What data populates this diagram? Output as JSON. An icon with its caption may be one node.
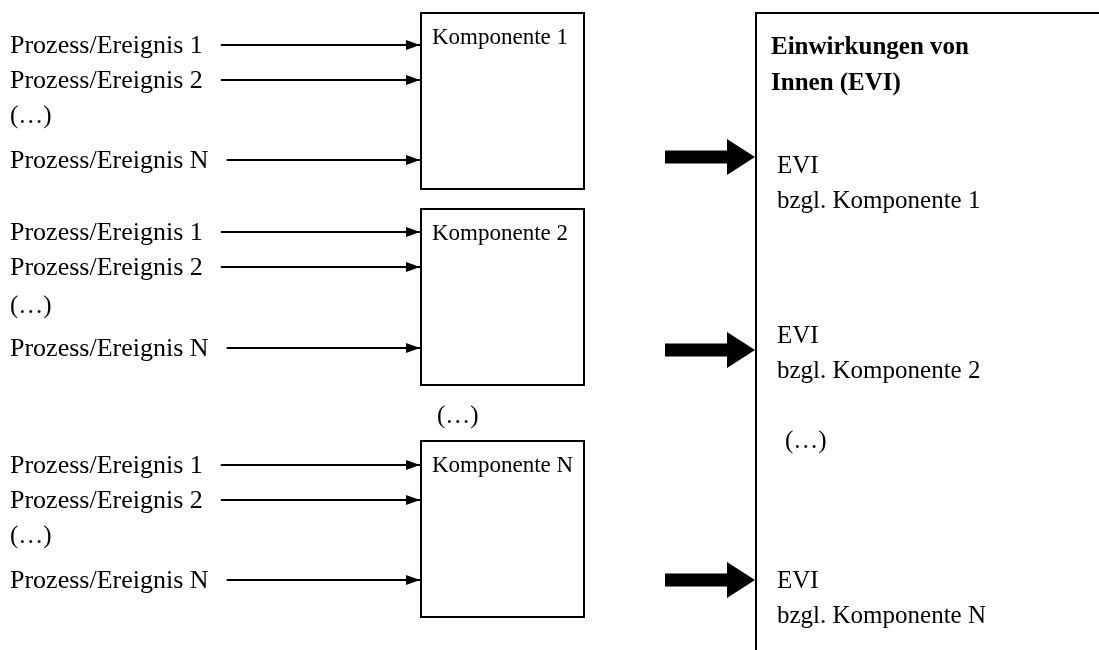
{
  "diagram": {
    "nodes": [
      {
        "text": [
          "Prozess/Ereignis 1"
        ]
      },
      {
        "text": [
          "Prozess/Ereignis 2"
        ]
      },
      {
        "text": [
          "Prozess/Ereignis N"
        ]
      },
      {
        "text": [
          "Komponente 1"
        ]
      },
      {
        "text": [
          "Prozess/Ereignis 1"
        ]
      },
      {
        "text": [
          "Prozess/Ereignis 2"
        ]
      },
      {
        "text": [
          "Prozess/Ereignis N"
        ]
      },
      {
        "text": [
          "Komponente 2"
        ]
      },
      {
        "text": [
          "Prozess/Ereignis 1"
        ]
      },
      {
        "text": [
          "Prozess/Ereignis 2"
        ]
      },
      {
        "text": [
          "Prozess/Ereignis N"
        ]
      },
      {
        "text": [
          "Komponente N"
        ]
      },
      {
        "text": [
          "Einwirkungen von Innen (EVI)"
        ]
      },
      {
        "text": [
          "EVI",
          "bzgl. Komponente 1"
        ],
        "in": 12
      },
      {
        "text": [
          "EVI",
          "bzgl. Komponente 2"
        ],
        "in": 12
      },
      {
        "text": [
          "EVI",
          "bzgl. Komponente N"
        ],
        "in": 12
      }
    ],
    "edges": [
      {
        "from": 0,
        "to": 3,
        "arrow": "to"
      },
      {
        "from": 1,
        "to": 3,
        "arrow": "to"
      },
      {
        "from": 2,
        "to": 3,
        "arrow": "to"
      },
      {
        "from": 4,
        "to": 7,
        "arrow": "to"
      },
      {
        "from": 5,
        "to": 7,
        "arrow": "to"
      },
      {
        "from": 6,
        "to": 7,
        "arrow": "to"
      },
      {
        "from": 8,
        "to": 11,
        "arrow": "to"
      },
      {
        "from": 9,
        "to": 11,
        "arrow": "to"
      },
      {
        "from": 10,
        "to": 11,
        "arrow": "to"
      },
      {
        "from": null,
        "to": 12,
        "arrow": "to",
        "style": "thick"
      },
      {
        "from": null,
        "to": 12,
        "arrow": "to",
        "style": "thick"
      },
      {
        "from": null,
        "to": 12,
        "arrow": "to",
        "style": "thick"
      }
    ],
    "labels": [
      "(…)",
      "(…)",
      "(…)",
      "(…)",
      "(…)"
    ]
  }
}
